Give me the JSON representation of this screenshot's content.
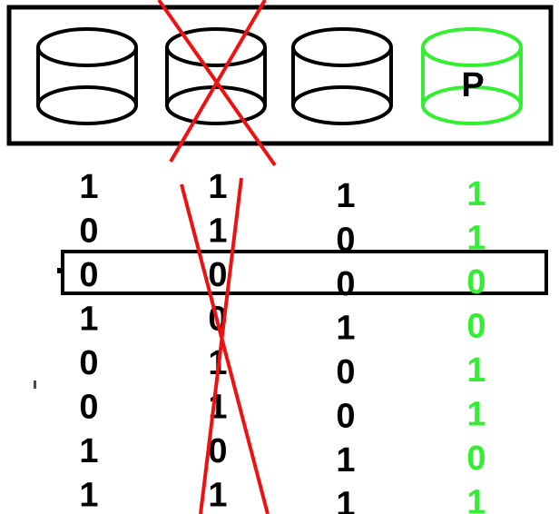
{
  "parity_label": "P",
  "columns": [
    {
      "bits": [
        "1",
        "0",
        "0",
        "1",
        "0",
        "0",
        "1",
        "1"
      ],
      "color": "#000000"
    },
    {
      "bits": [
        "1",
        "1",
        "0",
        "0",
        "1",
        "1",
        "0",
        "1"
      ],
      "color": "#000000",
      "failed": true
    },
    {
      "bits": [
        "1",
        "0",
        "0",
        "1",
        "0",
        "0",
        "1",
        "1"
      ],
      "color": "#000000"
    },
    {
      "bits": [
        "1",
        "1",
        "0",
        "0",
        "1",
        "1",
        "0",
        "1"
      ],
      "color": "#33ee33",
      "parity": true
    }
  ],
  "highlighted_row": 2,
  "colors": {
    "ink": "#000000",
    "parity": "#33ee33",
    "failure_cross": "#ee1111"
  }
}
